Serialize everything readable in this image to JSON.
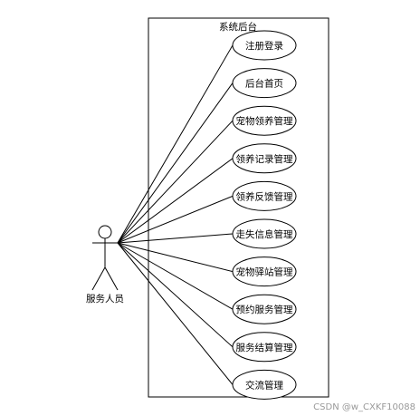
{
  "system": {
    "title": "系统后台"
  },
  "actor": {
    "label": "服务人员"
  },
  "use_cases": [
    {
      "label": "注册登录"
    },
    {
      "label": "后台首页"
    },
    {
      "label": "宠物领养管理"
    },
    {
      "label": "领养记录管理"
    },
    {
      "label": "领养反馈管理"
    },
    {
      "label": "走失信息管理"
    },
    {
      "label": "宠物驿站管理"
    },
    {
      "label": "预约服务管理"
    },
    {
      "label": "服务结算管理"
    },
    {
      "label": "交流管理"
    }
  ],
  "watermark": "CSDN @w_CXKF10088"
}
